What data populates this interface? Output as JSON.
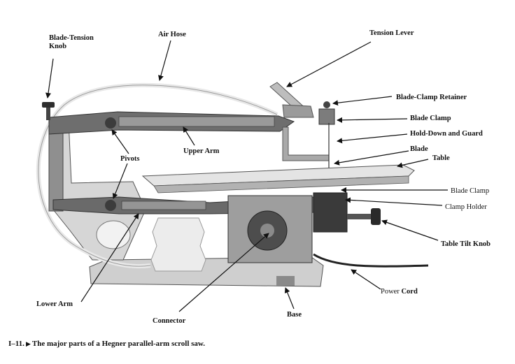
{
  "labels": {
    "blade_tension_knob_1": "Blade-Tension",
    "blade_tension_knob_2": "Knob",
    "air_hose": "Air Hose",
    "tension_lever": "Tension Lever",
    "blade_clamp_retainer": "Blade-Clamp Retainer",
    "blade_clamp_top": "Blade Clamp",
    "hold_down_and_guard": "Hold-Down and Guard",
    "blade": "Blade",
    "table": "Table",
    "pivots": "Pivots",
    "upper_arm": "Upper Arm",
    "blade_clamp_bottom": "Blade Clamp",
    "clamp_holder": "Clamp Holder",
    "table_tilt_knob": "Table Tilt Knob",
    "power_cord_a": "Power",
    "power_cord_b": "Cord",
    "lower_arm": "Lower Arm",
    "base": "Base",
    "connector": "Connector"
  },
  "caption": {
    "number": "I–11.",
    "marker": "▶",
    "text": "The major parts of a Hegner parallel-arm scroll saw."
  }
}
